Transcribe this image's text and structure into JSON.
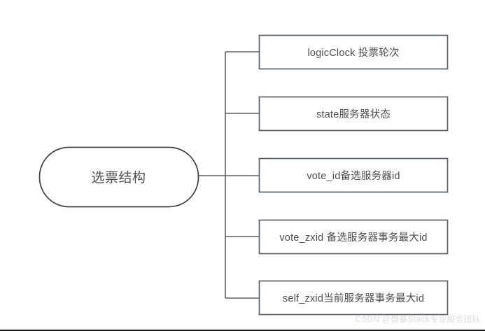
{
  "diagram": {
    "type": "tree",
    "root": {
      "label": "选票结构",
      "shape": "rounded-rectangle"
    },
    "branches": [
      {
        "label": "logicClock 投票轮次"
      },
      {
        "label": "state服务器状态"
      },
      {
        "label": "vote_id备选服务器id"
      },
      {
        "label": "vote_zxid 备选服务器事务最大id"
      },
      {
        "label": "self_zxid当前服务器事务最大id"
      }
    ],
    "colors": {
      "stroke": "#5a6068",
      "root_stroke": "#3b3f44",
      "text": "#4d4d4d",
      "background": "#ffffff",
      "watermark": "#dcdcdc",
      "footer_rule": "#1b1b1b"
    }
  },
  "watermark": {
    "text": "CSDN @磐基Stack专业服务团队"
  }
}
